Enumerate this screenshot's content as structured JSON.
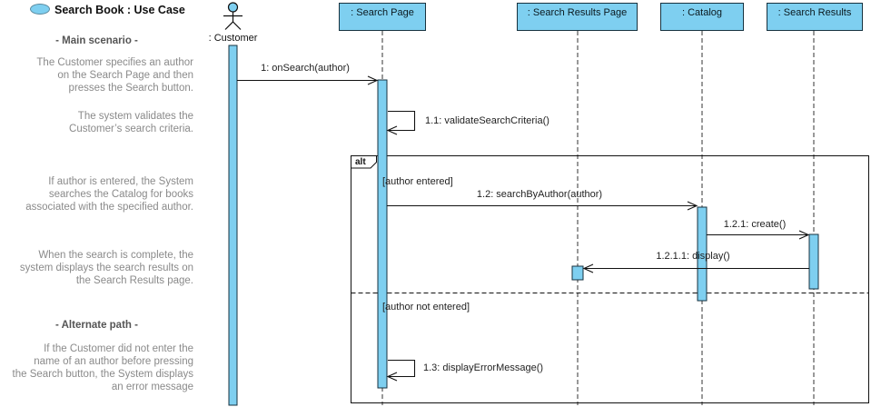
{
  "diagram": {
    "title": "Search Book : Use Case",
    "notes": {
      "heading_main": "- Main scenario -",
      "heading_alt": "- Alternate path -",
      "para_1_lines": [
        "The Customer specifies an author",
        "on the Search Page and then",
        "presses the Search button."
      ],
      "para_2_lines": [
        "The system validates the",
        "Customer’s search criteria."
      ],
      "para_3_lines": [
        "If author is entered, the System",
        "searches the Catalog for books",
        "associated with the specified author."
      ],
      "para_4_lines": [
        "When the search is complete, the",
        "system displays the search results on",
        "the Search Results page."
      ],
      "para_5_lines": [
        "If the Customer did not enter the",
        "name of an author before pressing",
        "the Search button, the System displays",
        "an error message"
      ]
    },
    "actor": {
      "label": ": Customer"
    },
    "lifelines": [
      {
        "label": ": Search Page"
      },
      {
        "label": ": Search Results Page"
      },
      {
        "label": ": Catalog"
      },
      {
        "label": ": Search Results"
      }
    ],
    "messages": {
      "m1": "1: onSearch(author)",
      "m1_1": "1.1: validateSearchCriteria()",
      "m1_2": "1.2: searchByAuthor(author)",
      "m1_2_1": "1.2.1: create()",
      "m1_2_1_1": "1.2.1.1: display()",
      "m1_3": "1.3: displayErrorMessage()"
    },
    "fragment": {
      "operator": "alt",
      "guard_1": "[author entered]",
      "guard_2": "[author not entered]"
    },
    "colors": {
      "shape_fill": "#7ECFF0",
      "shape_border": "#17323F",
      "note_text": "#8a8a8a",
      "label_text": "#1f1f1f"
    }
  }
}
